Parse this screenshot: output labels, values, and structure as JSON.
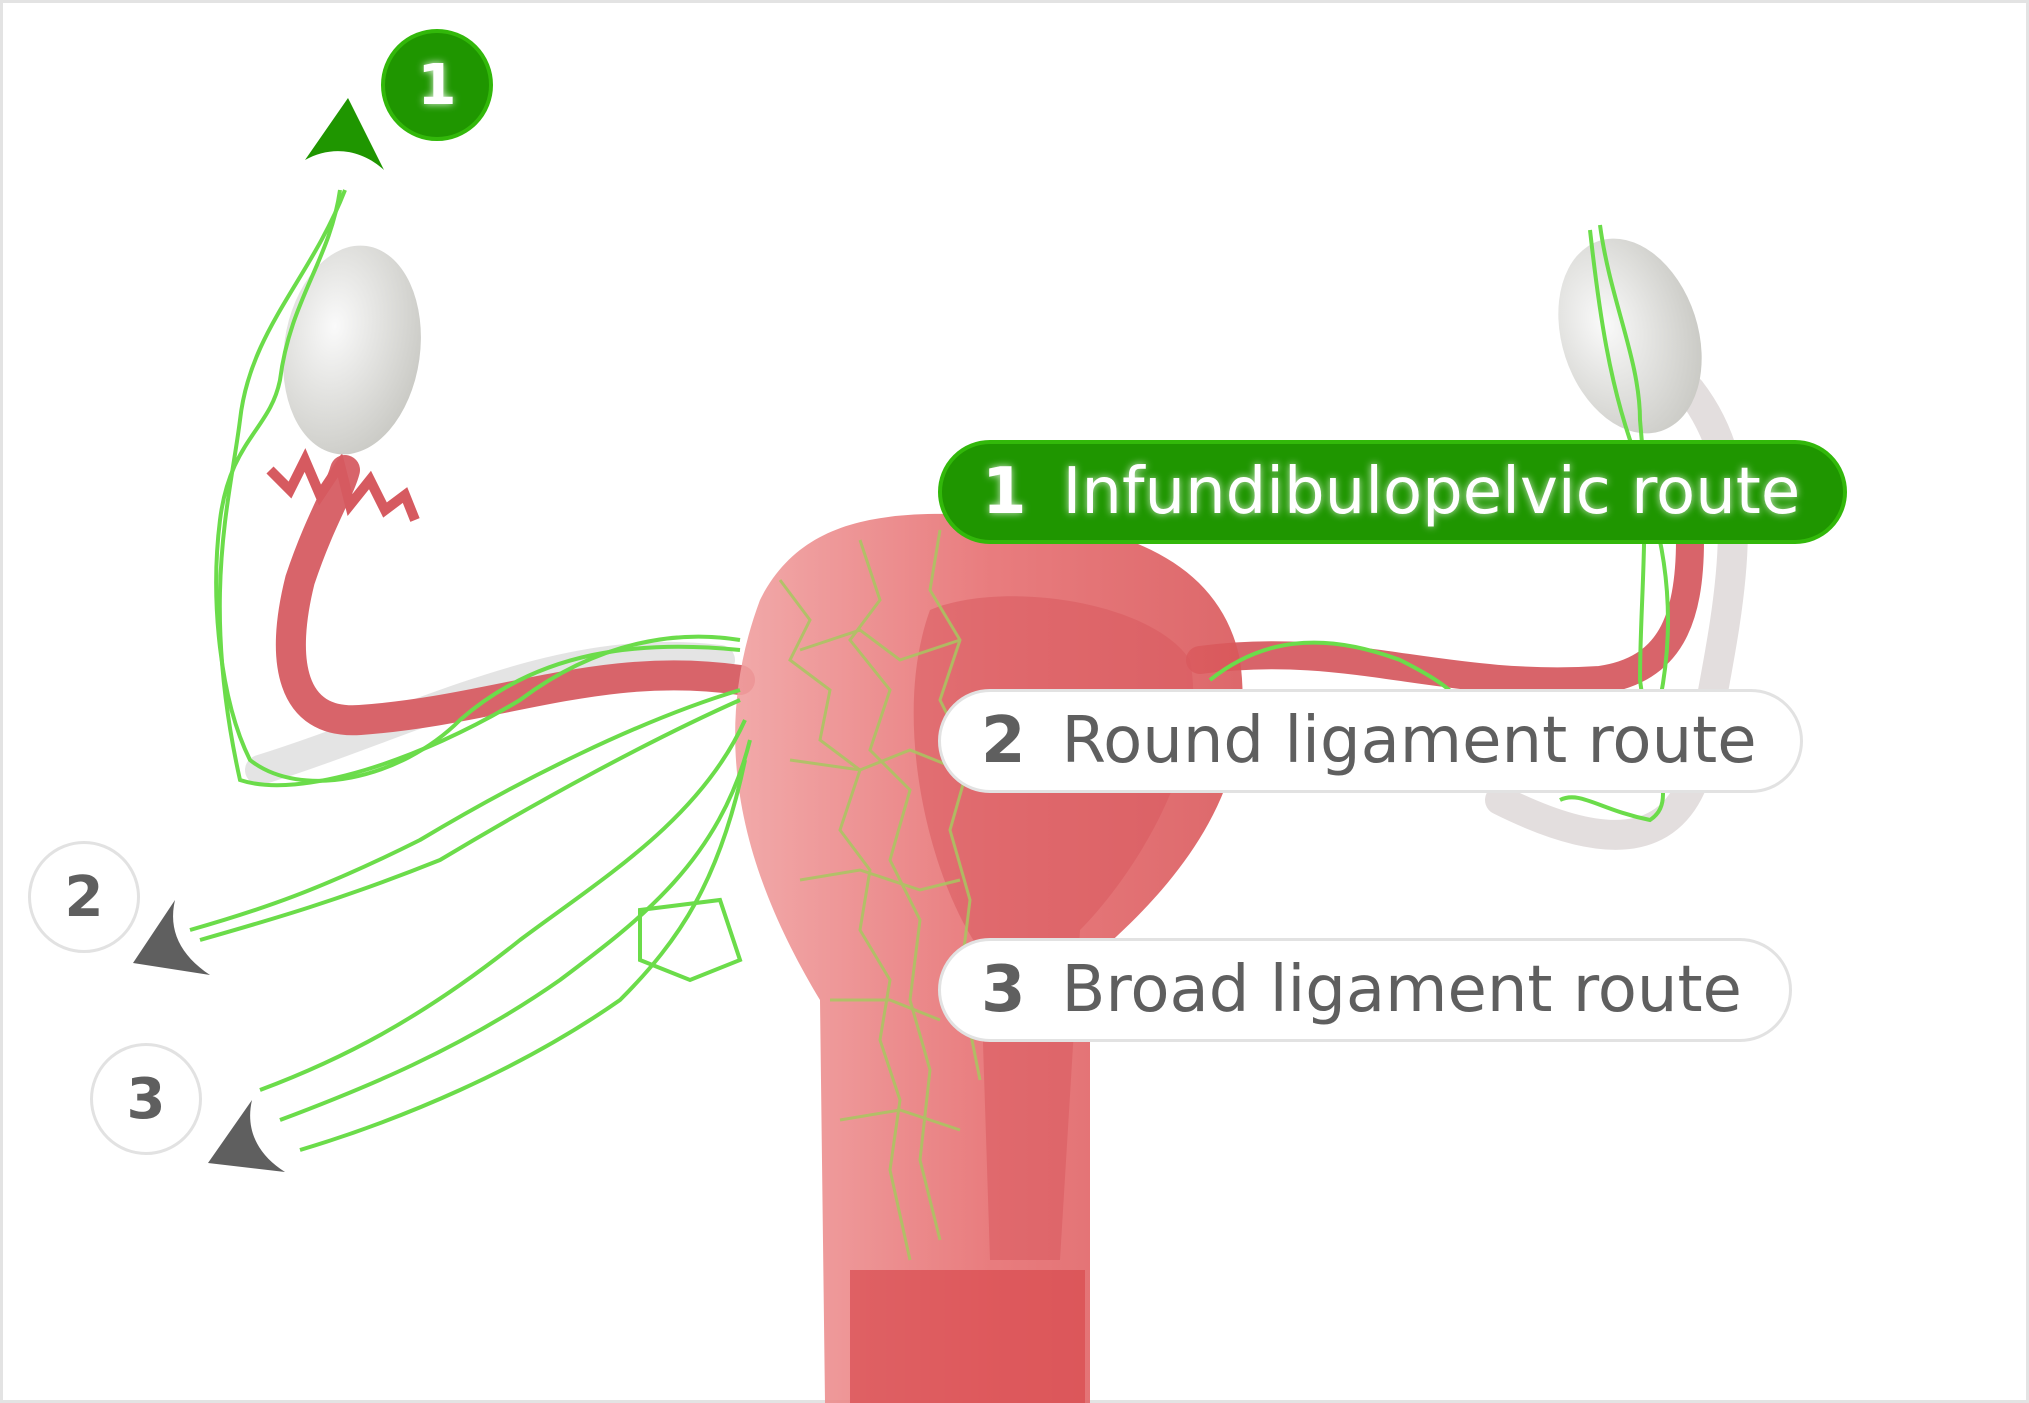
{
  "colors": {
    "accent_green": "#1f9600",
    "lymph_green": "#6bdc4a",
    "tissue_red": "#e0666a",
    "label_gray": "#5f5f5f"
  },
  "markers": [
    {
      "number": "1",
      "style": "green"
    },
    {
      "number": "2",
      "style": "white"
    },
    {
      "number": "3",
      "style": "white"
    }
  ],
  "labels": [
    {
      "number": "1",
      "text": "Infundibulopelvic route",
      "style": "green"
    },
    {
      "number": "2",
      "text": "Round ligament route",
      "style": "white"
    },
    {
      "number": "3",
      "text": "Broad ligament route",
      "style": "white"
    }
  ]
}
